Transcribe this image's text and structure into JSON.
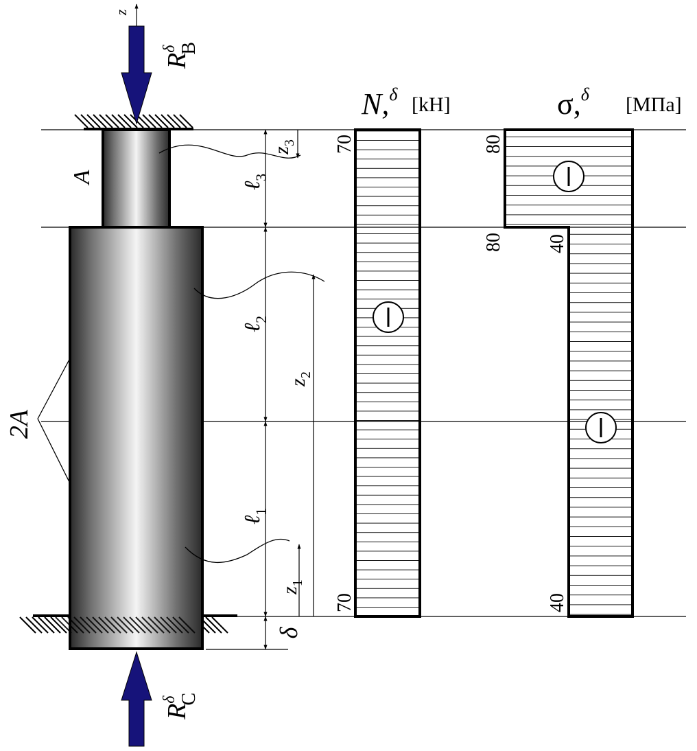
{
  "figure": {
    "axis_label": "z",
    "reaction_top": {
      "base": "R",
      "sup": "δ",
      "sub": "B"
    },
    "reaction_bottom": {
      "base": "R",
      "sup": "δ",
      "sub": "C"
    },
    "area_top": "A",
    "area_bottom": "2A",
    "lengths": [
      {
        "base": "ℓ",
        "sub": "3"
      },
      {
        "base": "ℓ",
        "sub": "2"
      },
      {
        "base": "ℓ",
        "sub": "1"
      }
    ],
    "coords": [
      {
        "base": "z",
        "sub": "3"
      },
      {
        "base": "z",
        "sub": "2"
      },
      {
        "base": "z",
        "sub": "1"
      }
    ],
    "gap_label": "δ"
  },
  "diagram_N": {
    "base": "N,",
    "sup": "δ",
    "unit": "[kH]",
    "sign": "−",
    "top_value": "70",
    "bottom_value": "70"
  },
  "diagram_sigma": {
    "base": "σ,",
    "sup": "δ",
    "unit": "[MПa]",
    "signs": [
      "−",
      "−"
    ],
    "values": {
      "top": "80",
      "step_left": "80",
      "step_right": "40",
      "bottom": "40"
    }
  },
  "colors": {
    "force_arrow": "#16137a",
    "outline": "#000000",
    "hatch": "#000000"
  }
}
